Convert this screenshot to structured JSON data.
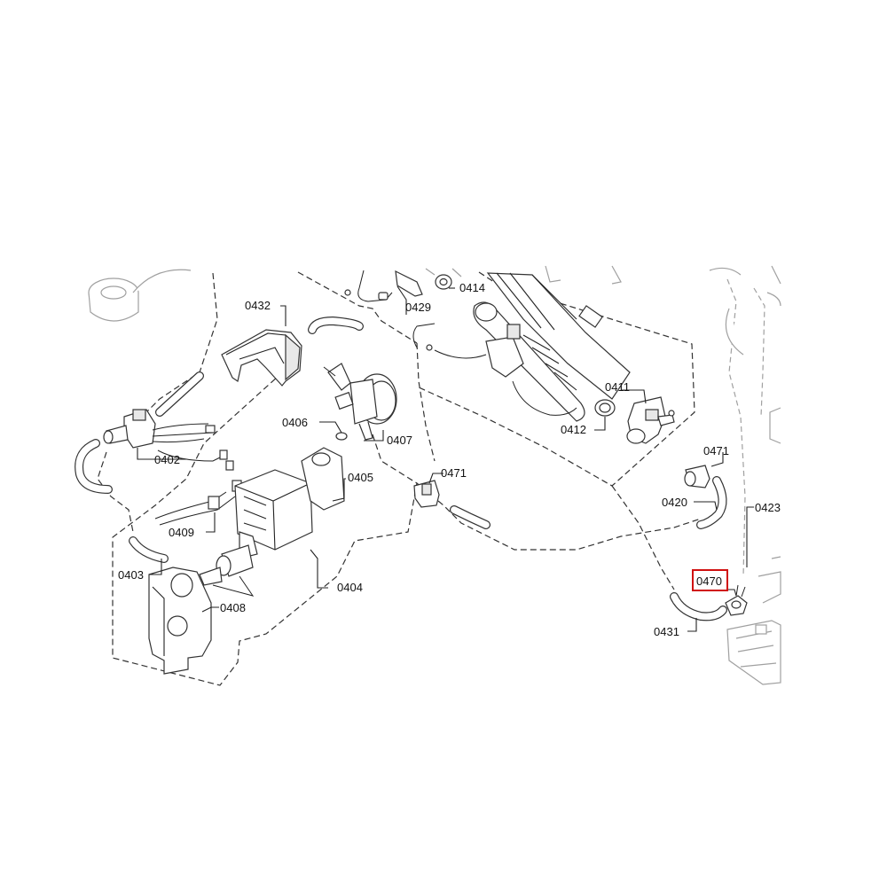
{
  "diagram": {
    "highlight_color": "#d01010",
    "highlighted_part": "0470",
    "labels": {
      "p0414": "0414",
      "p0429": "0429",
      "p0432": "0432",
      "p0411": "0411",
      "p0412": "0412",
      "p0406": "0406",
      "p0407": "0407",
      "p0402": "0402",
      "p0471a": "0471",
      "p0471b": "0471",
      "p0405": "0405",
      "p0420": "0420",
      "p0423": "0423",
      "p0409": "0409",
      "p0403": "0403",
      "p0404": "0404",
      "p0470": "0470",
      "p0408": "0408",
      "p0431": "0431"
    }
  }
}
